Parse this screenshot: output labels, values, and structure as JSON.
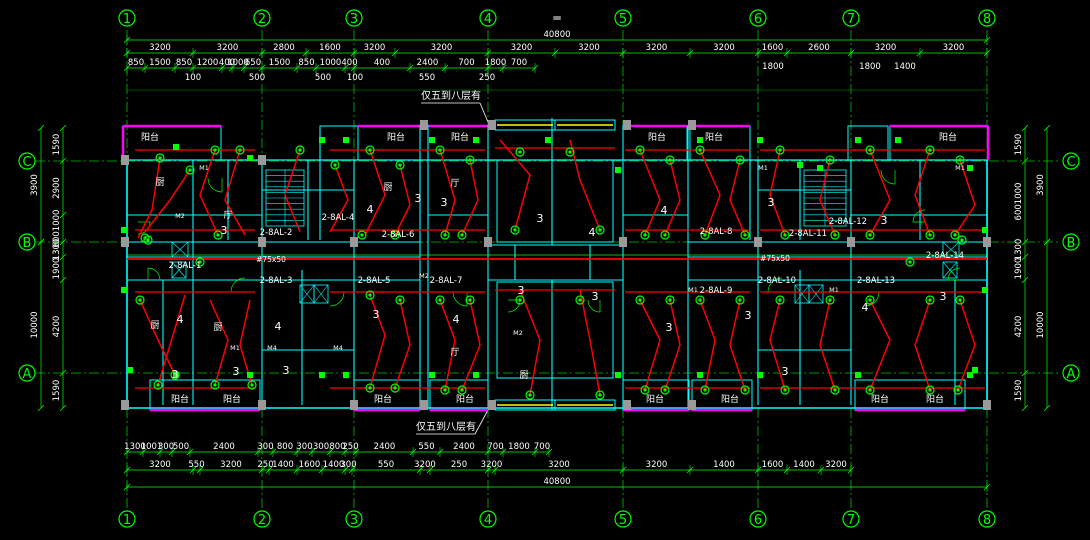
{
  "grid": {
    "columns": [
      "1",
      "2",
      "3",
      "4",
      "5",
      "6",
      "7",
      "8"
    ],
    "rows": [
      "C",
      "B",
      "A"
    ]
  },
  "top_dims": {
    "overall": "40800",
    "row1": [
      "3200",
      "3200",
      "2800",
      "1600",
      "3200",
      "3200",
      "3200",
      "3200",
      "3200",
      "3200",
      "1600",
      "2600",
      "3200",
      "3200"
    ],
    "row2": [
      "850",
      "1500",
      "850",
      "1200",
      "400",
      "1000",
      "650",
      "1500",
      "850",
      "1000",
      "400",
      "400",
      "2400",
      "700",
      "1800",
      "700",
      "1800",
      "1800",
      "1400"
    ],
    "row3": [
      "100",
      "500",
      "500",
      "100",
      "550",
      "250"
    ],
    "mark": "═"
  },
  "bottom_dims": {
    "overall": "40800",
    "row1": [
      "1300",
      "1001",
      "300",
      "500",
      "2400",
      "300",
      "800",
      "300",
      "300",
      "800",
      "250",
      "2400",
      "550",
      "2400",
      "700",
      "1800",
      "700"
    ],
    "row2": [
      "3200",
      "550",
      "3200",
      "250",
      "1400",
      "1600",
      "1400",
      "300",
      "550",
      "3200",
      "250",
      "3200",
      "3200",
      "3200",
      "1400",
      "1600",
      "1400",
      "3200"
    ]
  },
  "left_dims": {
    "outer": [
      "3900",
      "10000"
    ],
    "inner": [
      "1590",
      "2900",
      "6001000",
      "1300",
      "1900",
      "4200",
      "1590"
    ]
  },
  "right_dims": {
    "outer": [
      "3900",
      "10000"
    ],
    "inner": [
      "1590",
      "6001000",
      "1300",
      "1900",
      "4200",
      "1590"
    ]
  },
  "notes": [
    "仅五到八层有",
    "仅五到八层有"
  ],
  "rooms": {
    "balcony": "阳台",
    "kitchen": "厨",
    "hall": "厅",
    "door_m1": "M1",
    "door_m2": "M2",
    "door_m4": "M4"
  },
  "circuits": [
    "2-8AL-1",
    "2-8AL-2",
    "2-8AL-3",
    "2-8AL-4",
    "2-8AL-5",
    "2-8AL-6",
    "2-8AL-7",
    "2-8AL-8",
    "2-8AL-9",
    "2-8AL-10",
    "2-8AL-11",
    "2-8AL-12",
    "2-8AL-13",
    "2-8AL-14"
  ],
  "conduit": [
    "#75x50",
    "#75x50"
  ],
  "counts": [
    "3",
    "4",
    "3",
    "3",
    "4",
    "3",
    "4",
    "3",
    "3",
    "4",
    "3",
    "4",
    "3",
    "3",
    "4",
    "3",
    "3",
    "3",
    "3",
    "4",
    "3",
    "3",
    "3"
  ],
  "colors": {
    "background": "#000000",
    "grid_line": "#00ff00",
    "axis_text": "#00ff00",
    "dimension": "#ffffff",
    "wall": "#00ffff",
    "circuit": "#ff0000",
    "balcony_rail": "#ff00ff",
    "fixture": "#00ff00",
    "column": "#9a9a9a",
    "window": "#ffff00"
  }
}
